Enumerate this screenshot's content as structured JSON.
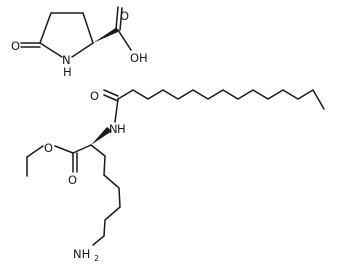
{
  "labels": {
    "pyro_oxo": "O",
    "pyro_nh": "N",
    "pyro_h": "H",
    "acid_oh": "OH",
    "acid_o": "O",
    "amide_o": "O",
    "amide_n": "N",
    "amide_h": "H",
    "ester_o_single": "O",
    "ester_o_double": "O",
    "amine_nh": "NH",
    "amine_sub": "2"
  }
}
